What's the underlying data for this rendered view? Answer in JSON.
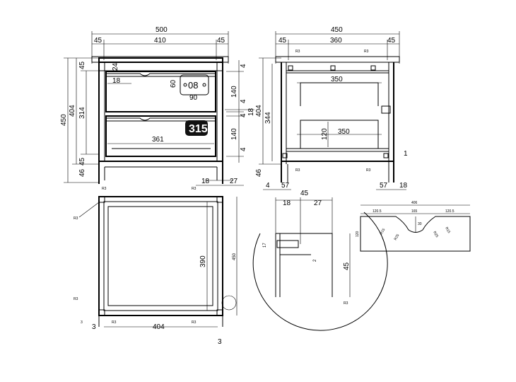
{
  "front_view": {
    "overall_width": "500",
    "inner_width": "410",
    "side_left": "45",
    "side_right": "45",
    "overall_height": "450",
    "body_height": "404",
    "drawer_zone": "314",
    "top_rail": "45",
    "bottom_rail": "45",
    "leg": "46",
    "gap_24": "24",
    "gap_18": "18",
    "pull_h": "60",
    "pull_w": "90",
    "top_gap": "4",
    "drawer1_h": "140",
    "gap_mid_a": "4",
    "gap_mid_b": "4",
    "gap_mid_c": "18",
    "drawer2_h": "140",
    "bottom_gap": "4",
    "drawer_w": "361",
    "foot_18": "18",
    "foot_27": "27",
    "label_top": "08",
    "label_bottom": "315"
  },
  "side_view": {
    "overall_depth": "450",
    "side_left": "45",
    "inner_depth": "360",
    "side_right": "45",
    "r3_top_left": "R3",
    "r3_top_right": "R3",
    "drawer_depth_top": "350",
    "drawer_depth_bottom": "350",
    "drawer_h": "120",
    "body_h": "404",
    "inner_h": "344",
    "leg_h": "46",
    "r3_bottom_left": "R3",
    "r3_bottom_right": "R3",
    "foot_left_4": "4",
    "foot_left_57": "57",
    "foot_right_57": "57",
    "foot_right_18": "18",
    "gap_1": "1"
  },
  "top_view": {
    "r3_tl_a": "R3",
    "r3_tl_b": "R3",
    "r3_tr": "R3",
    "r3_bl_a": "R3",
    "r3_bl_b": "R3",
    "r3_br": "R3",
    "inner_depth": "390",
    "overall_depth": "450",
    "width": "404",
    "gap_left": "3",
    "gap_right": "3",
    "small_note": "3"
  },
  "detail_view": {
    "width": "45",
    "left": "18",
    "right": "27",
    "height": "17",
    "gap": "2",
    "depth": "45",
    "radius": "R3"
  },
  "handle_profile": {
    "total": "406",
    "left": "120.5",
    "middle": "165",
    "right": "120.5",
    "depth_mid": "30",
    "height": "120",
    "r15_left": "R15",
    "r25_left": "R25",
    "r25_right": "R25",
    "r15_right": "R15"
  }
}
